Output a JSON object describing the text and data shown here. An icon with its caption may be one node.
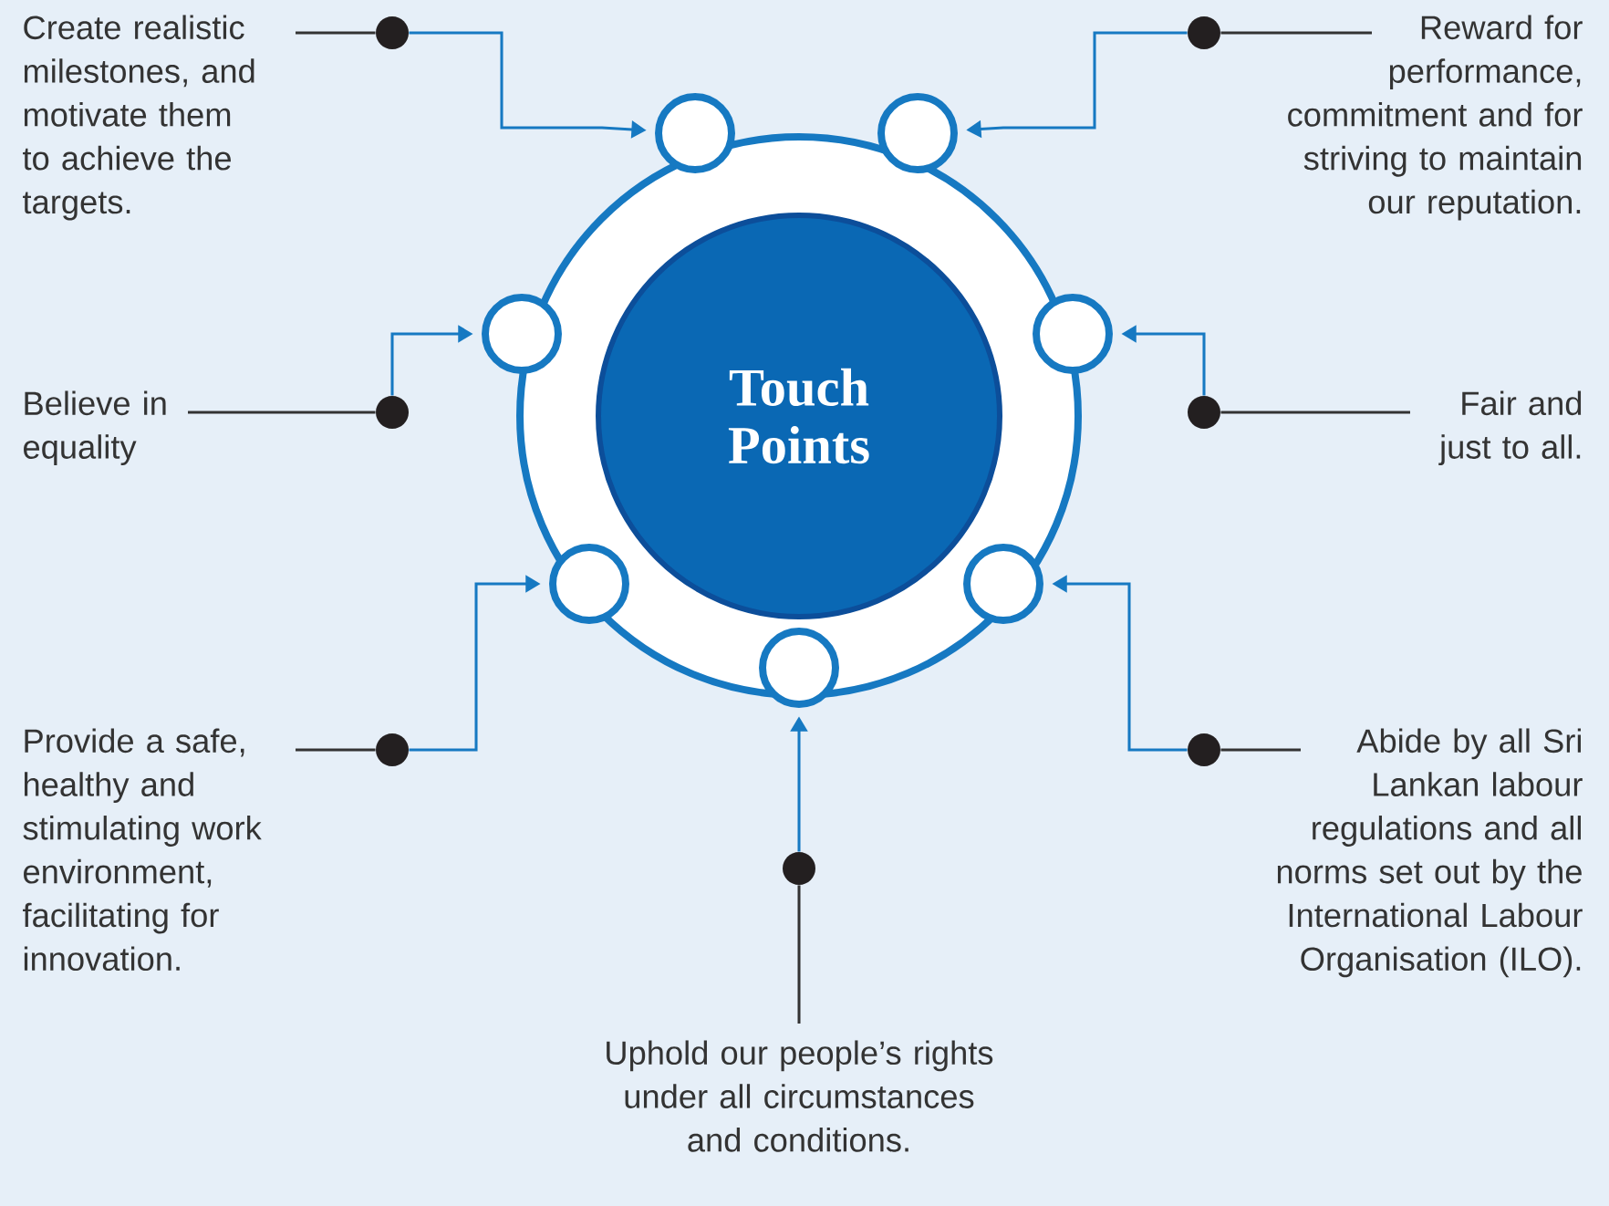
{
  "diagram": {
    "nodes": [
      {
        "text": [
          "Touch Points"
        ]
      },
      {
        "text": [],
        "shape": "circle"
      },
      {
        "text": [],
        "shape": "circle"
      },
      {
        "text": [],
        "shape": "circle"
      },
      {
        "text": [],
        "shape": "circle"
      },
      {
        "text": [],
        "shape": "circle"
      },
      {
        "text": [],
        "shape": "circle"
      },
      {
        "text": [],
        "shape": "circle"
      },
      {
        "text": [
          "Create realistic milestones, and motivate them to achieve the targets."
        ]
      },
      {
        "text": [
          "Reward for performance, commitment and for striving to maintain our reputation."
        ]
      },
      {
        "text": [
          "Believe in equality"
        ]
      },
      {
        "text": [
          "Fair and just to all."
        ]
      },
      {
        "text": [
          "Provide a safe, healthy and stimulating work environment, facilitating for innovation."
        ]
      },
      {
        "text": [
          "Abide by all Sri Lankan labour regulations and all norms set out by the International Labour Organisation (ILO)."
        ]
      },
      {
        "text": [
          "Uphold our people’s rights under all circumstances and conditions."
        ]
      },
      {
        "text": [],
        "shape": "circle"
      },
      {
        "text": [],
        "shape": "circle"
      },
      {
        "text": [],
        "shape": "circle"
      },
      {
        "text": [],
        "shape": "circle"
      },
      {
        "text": [],
        "shape": "circle"
      },
      {
        "text": [],
        "shape": "circle"
      },
      {
        "text": [],
        "shape": "circle"
      }
    ],
    "edges": [
      {
        "from": 8,
        "to": 15,
        "arrow": "none"
      },
      {
        "from": 15,
        "to": 1,
        "arrow": "to",
        "color": "#1679c2"
      },
      {
        "from": 9,
        "to": 16,
        "arrow": "none"
      },
      {
        "from": 16,
        "to": 2,
        "arrow": "to",
        "color": "#1679c2"
      },
      {
        "from": 10,
        "to": 17,
        "arrow": "none"
      },
      {
        "from": 17,
        "to": 3,
        "arrow": "to",
        "color": "#1679c2"
      },
      {
        "from": 11,
        "to": 18,
        "arrow": "none"
      },
      {
        "from": 18,
        "to": 4,
        "arrow": "to",
        "color": "#1679c2"
      },
      {
        "from": 12,
        "to": 19,
        "arrow": "none"
      },
      {
        "from": 19,
        "to": 5,
        "arrow": "to",
        "color": "#1679c2"
      },
      {
        "from": 13,
        "to": 20,
        "arrow": "none"
      },
      {
        "from": 20,
        "to": 6,
        "arrow": "to",
        "color": "#1679c2"
      },
      {
        "from": 14,
        "to": 21,
        "arrow": "none"
      },
      {
        "from": 21,
        "to": 7,
        "arrow": "to",
        "color": "#1679c2"
      }
    ]
  }
}
